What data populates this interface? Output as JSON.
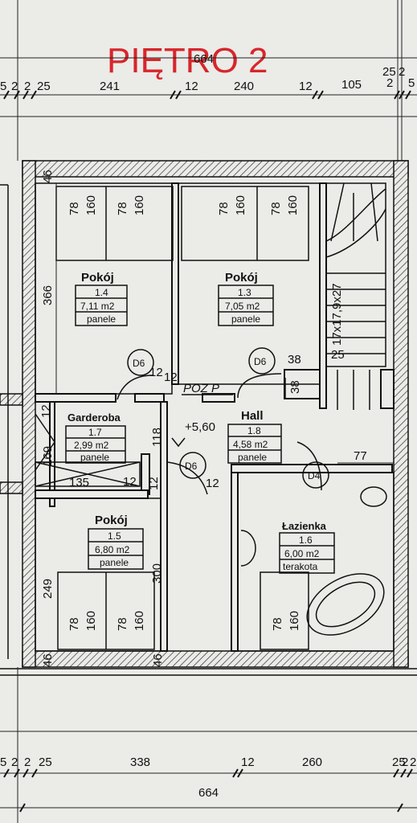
{
  "title": "PIĘTRO 2",
  "top_dims": {
    "overall": "664",
    "left": "5",
    "a": "2",
    "b": "2",
    "c": "25",
    "d": "241",
    "e": "12",
    "f": "240",
    "g": "12",
    "h": "105",
    "i": "25",
    "j": "2",
    "k": "2",
    "l": "5"
  },
  "bottom_dims": {
    "overall": "664",
    "left": "5",
    "a": "2",
    "b": "2",
    "c": "25",
    "d": "338",
    "e": "12",
    "f": "260",
    "g": "25",
    "h": "2",
    "i": "2"
  },
  "inner_dims": {
    "d46_top": "46",
    "d366": "366",
    "d12_a": "12",
    "d12_b": "12",
    "d38_a": "38",
    "d38_b": "38",
    "d25": "25",
    "stairs": "17x17,9x27",
    "d118": "118",
    "d169": "169",
    "d135": "135",
    "d12_c": "12",
    "d12_d": "12",
    "d12_e": "12",
    "d12_f": "12",
    "d77": "77",
    "d249": "249",
    "d300": "300",
    "d46_b1": "46",
    "d46_b2": "46",
    "level": "+5,60",
    "poz": "POZ P"
  },
  "rooms": [
    {
      "name": "Pokój",
      "num": "1.4",
      "area": "7,11 m2",
      "floor": "panele"
    },
    {
      "name": "Pokój",
      "num": "1.3",
      "area": "7,05 m2",
      "floor": "panele"
    },
    {
      "name": "Garderoba",
      "num": "1.7",
      "area": "2,99 m2",
      "floor": "panele"
    },
    {
      "name": "Hall",
      "num": "1.8",
      "area": "4,58 m2",
      "floor": "panele"
    },
    {
      "name": "Pokój",
      "num": "1.5",
      "area": "6,80 m2",
      "floor": "panele"
    },
    {
      "name": "Łazienka",
      "num": "1.6",
      "area": "6,00 m2",
      "floor": "terakota"
    }
  ],
  "doors": [
    "D6",
    "D6",
    "D6",
    "D4"
  ],
  "furniture": {
    "w": "78",
    "l": "160"
  }
}
